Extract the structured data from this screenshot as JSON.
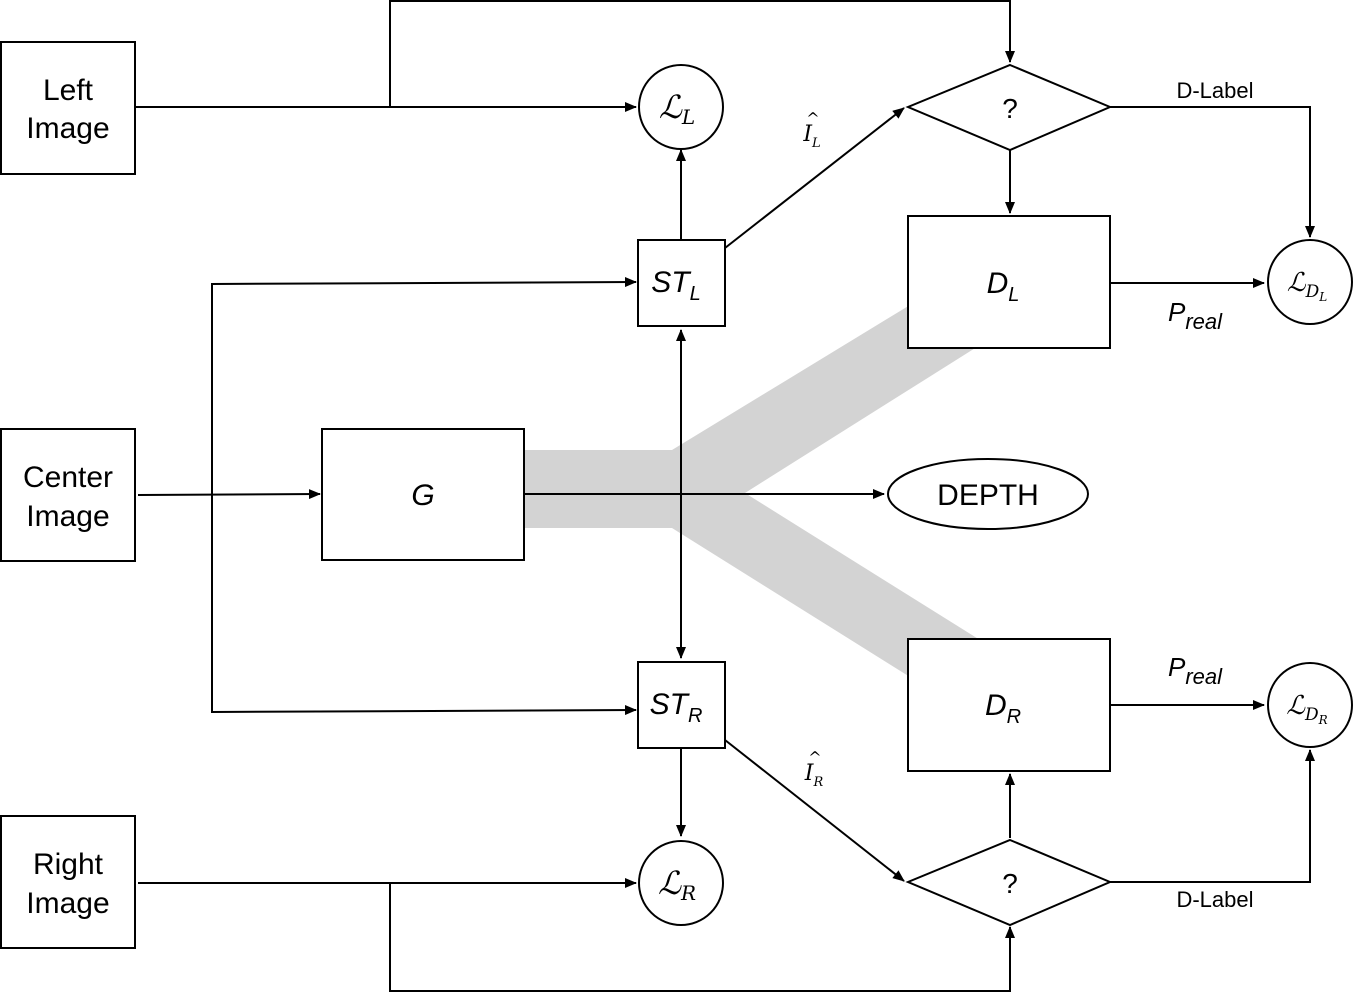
{
  "inputs": {
    "left_l1": "Left",
    "left_l2": "Image",
    "center_l1": "Center",
    "center_l2": "Image",
    "right_l1": "Right",
    "right_l2": "Image"
  },
  "generator": {
    "label": "G"
  },
  "spatial_transformers": {
    "left": {
      "main": "ST",
      "sub": "L"
    },
    "right": {
      "main": "ST",
      "sub": "R"
    }
  },
  "discriminators": {
    "left": {
      "main": "D",
      "sub": "L"
    },
    "right": {
      "main": "D",
      "sub": "R"
    }
  },
  "selectors": {
    "left": "?",
    "right": "?"
  },
  "depth": {
    "label": "DEPTH"
  },
  "losses": {
    "left": {
      "main": "ℒ",
      "sub": "L"
    },
    "right": {
      "main": "ℒ",
      "sub": "R"
    },
    "d_left": {
      "main": "ℒ",
      "sub": "D",
      "subsub": "L"
    },
    "d_right": {
      "main": "ℒ",
      "sub": "D",
      "subsub": "R"
    }
  },
  "edge_labels": {
    "i_hat_left": {
      "hat": "^",
      "main": "I",
      "sub": "L"
    },
    "i_hat_right": {
      "hat": "^",
      "main": "I",
      "sub": "R"
    },
    "d_label_top": "D-Label",
    "d_label_bottom": "D-Label",
    "p_real_top": {
      "main": "P",
      "sub": "real"
    },
    "p_real_bottom": {
      "main": "P",
      "sub": "real"
    }
  }
}
